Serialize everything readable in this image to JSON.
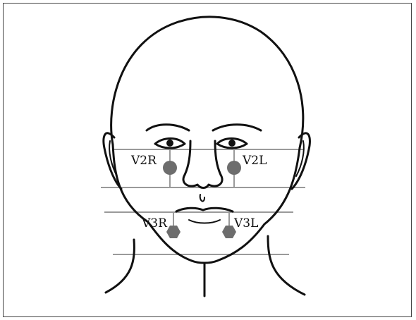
{
  "figure": {
    "labels": {
      "v2r": "V2R",
      "v2l": "V2L",
      "v3r": "V3R",
      "v3l": "V3L"
    },
    "marker_color": "#6d6d6d",
    "guide_color": "#9a9a9a",
    "outline_color": "#111111"
  }
}
